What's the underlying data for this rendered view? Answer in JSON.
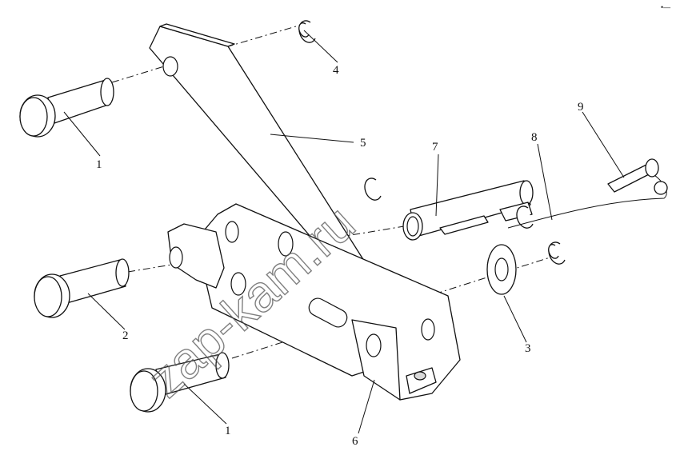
{
  "watermark": "zap-kam.ru",
  "corner_mark": "•—",
  "callouts": {
    "pin_top": "1",
    "pin_middle": "2",
    "washer": "3",
    "ring_top": "4",
    "arm": "5",
    "bracket": "6",
    "axle": "7",
    "cord": "8",
    "cotter": "9",
    "pin_bottom": "1"
  }
}
